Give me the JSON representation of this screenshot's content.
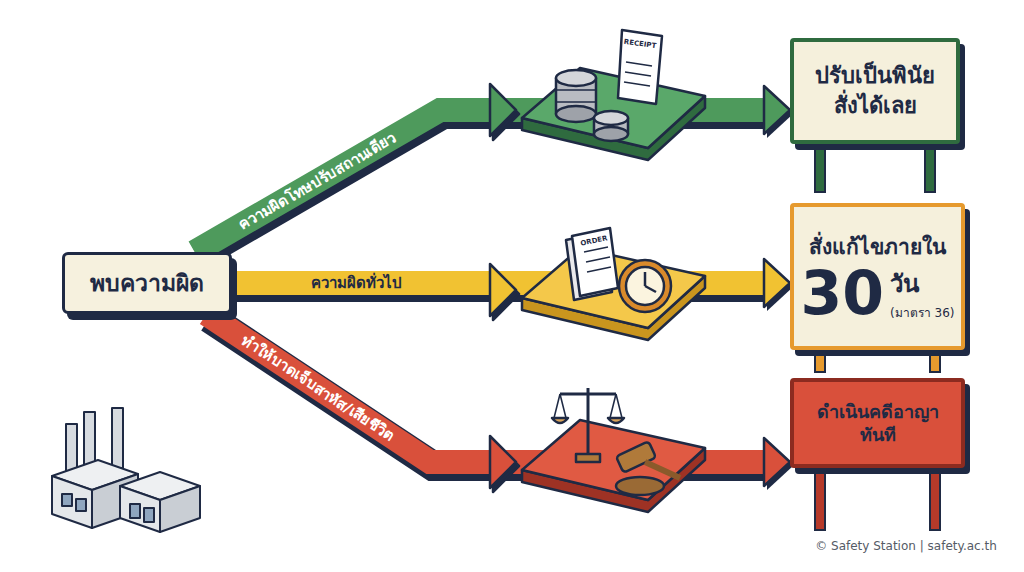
{
  "diagram": {
    "nodes": [
      {
        "text": [
          "พบความผิด"
        ]
      },
      {
        "text": [
          "ปรับเป็นพินัย สั่งได้เลย"
        ]
      },
      {
        "text": [
          "สั่งแก้ไขภายใน",
          "30",
          "วัน",
          "(มาตรา 36)"
        ]
      },
      {
        "text": [
          "ดำเนินคดีอาญาทันที"
        ]
      }
    ],
    "edges": [
      {
        "from": 0,
        "to": 1,
        "arrow": "to",
        "label": "ความผิดโทษปรับสถานเดียว"
      },
      {
        "from": 0,
        "to": 2,
        "arrow": "to",
        "label": "ความผิดทั่วไป"
      },
      {
        "from": 0,
        "to": 3,
        "arrow": "to",
        "label": "ทำให้บาดเจ็บสาหัส/เสียชีวิต"
      }
    ],
    "labels": [
      "RECEIPT",
      "ORDER",
      "© Safety Station | safety.ac.th"
    ]
  }
}
